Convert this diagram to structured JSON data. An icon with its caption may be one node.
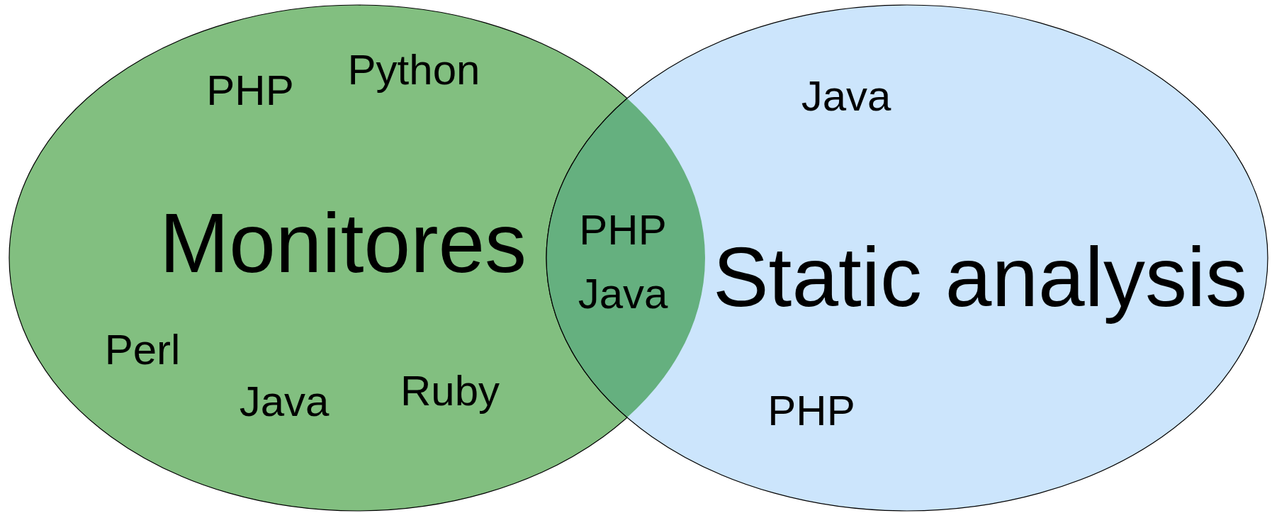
{
  "diagram": {
    "nodes": [
      {
        "text": [
          "Monitores"
        ]
      },
      {
        "text": [
          "Static analysis"
        ]
      }
    ],
    "edges": [],
    "labels": [
      "PHP",
      "Python",
      "Perl",
      "Java",
      "Ruby",
      "PHP",
      "Java",
      "Java",
      "PHP"
    ]
  }
}
